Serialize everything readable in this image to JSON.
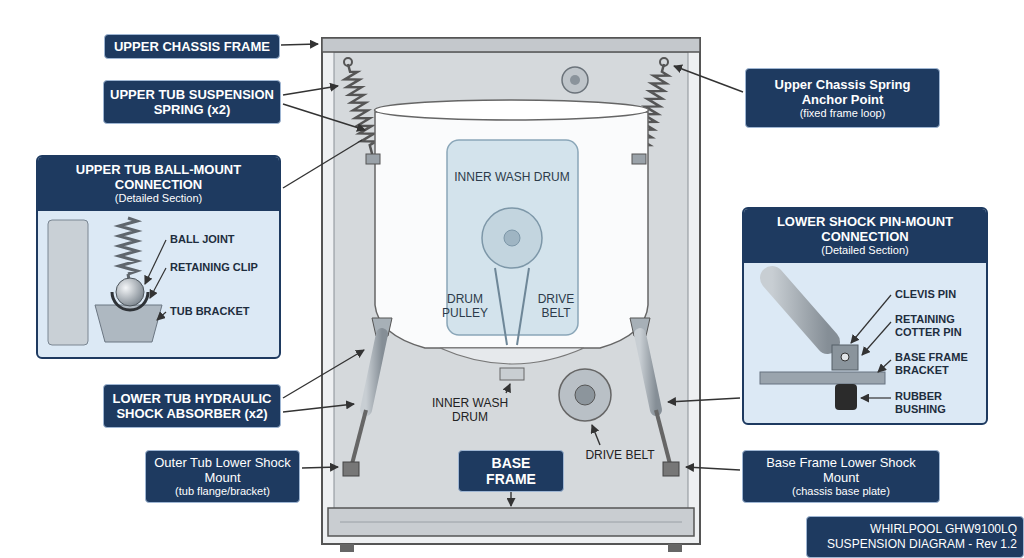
{
  "diagram": {
    "nodes": [
      {
        "text": [
          "UPPER CHASSIS FRAME"
        ]
      },
      {
        "text": [
          "UPPER TUB SUSPENSION SPRING (x2)"
        ]
      },
      {
        "text": [
          "UPPER TUB BALL-MOUNT CONNECTION",
          "(Detailed Section)"
        ]
      },
      {
        "text": [
          "LOWER TUB HYDRAULIC SHOCK ABSORBER (x2)"
        ]
      },
      {
        "text": [
          "Outer Tub Lower Shock Mount",
          "(tub flange/bracket)"
        ]
      },
      {
        "text": [
          "BASE FRAME"
        ]
      },
      {
        "text": [
          "Upper Chassis Spring Anchor Point",
          "(fixed frame loop)"
        ]
      },
      {
        "text": [
          "LOWER SHOCK PIN-MOUNT CONNECTION",
          "(Detailed Section)"
        ]
      },
      {
        "text": [
          "Base Frame Lower Shock Mount",
          "(chassis base plate)"
        ]
      },
      {
        "text": [
          "WHIRLPOOL GHW9100LQ SUSPENSION DIAGRAM - Rev 1.2"
        ]
      }
    ],
    "labels": [
      "INNER WASH DRUM",
      "DRUM PULLEY",
      "DRIVE BELT",
      "INNER WASH DRUM",
      "DRIVE BELT",
      "BALL JOINT",
      "RETAINING CLIP",
      "TUB BRACKET",
      "CLEVIS PIN",
      "RETAINING COTTER PIN",
      "BASE FRAME BRACKET",
      "RUBBER BUSHING"
    ]
  }
}
